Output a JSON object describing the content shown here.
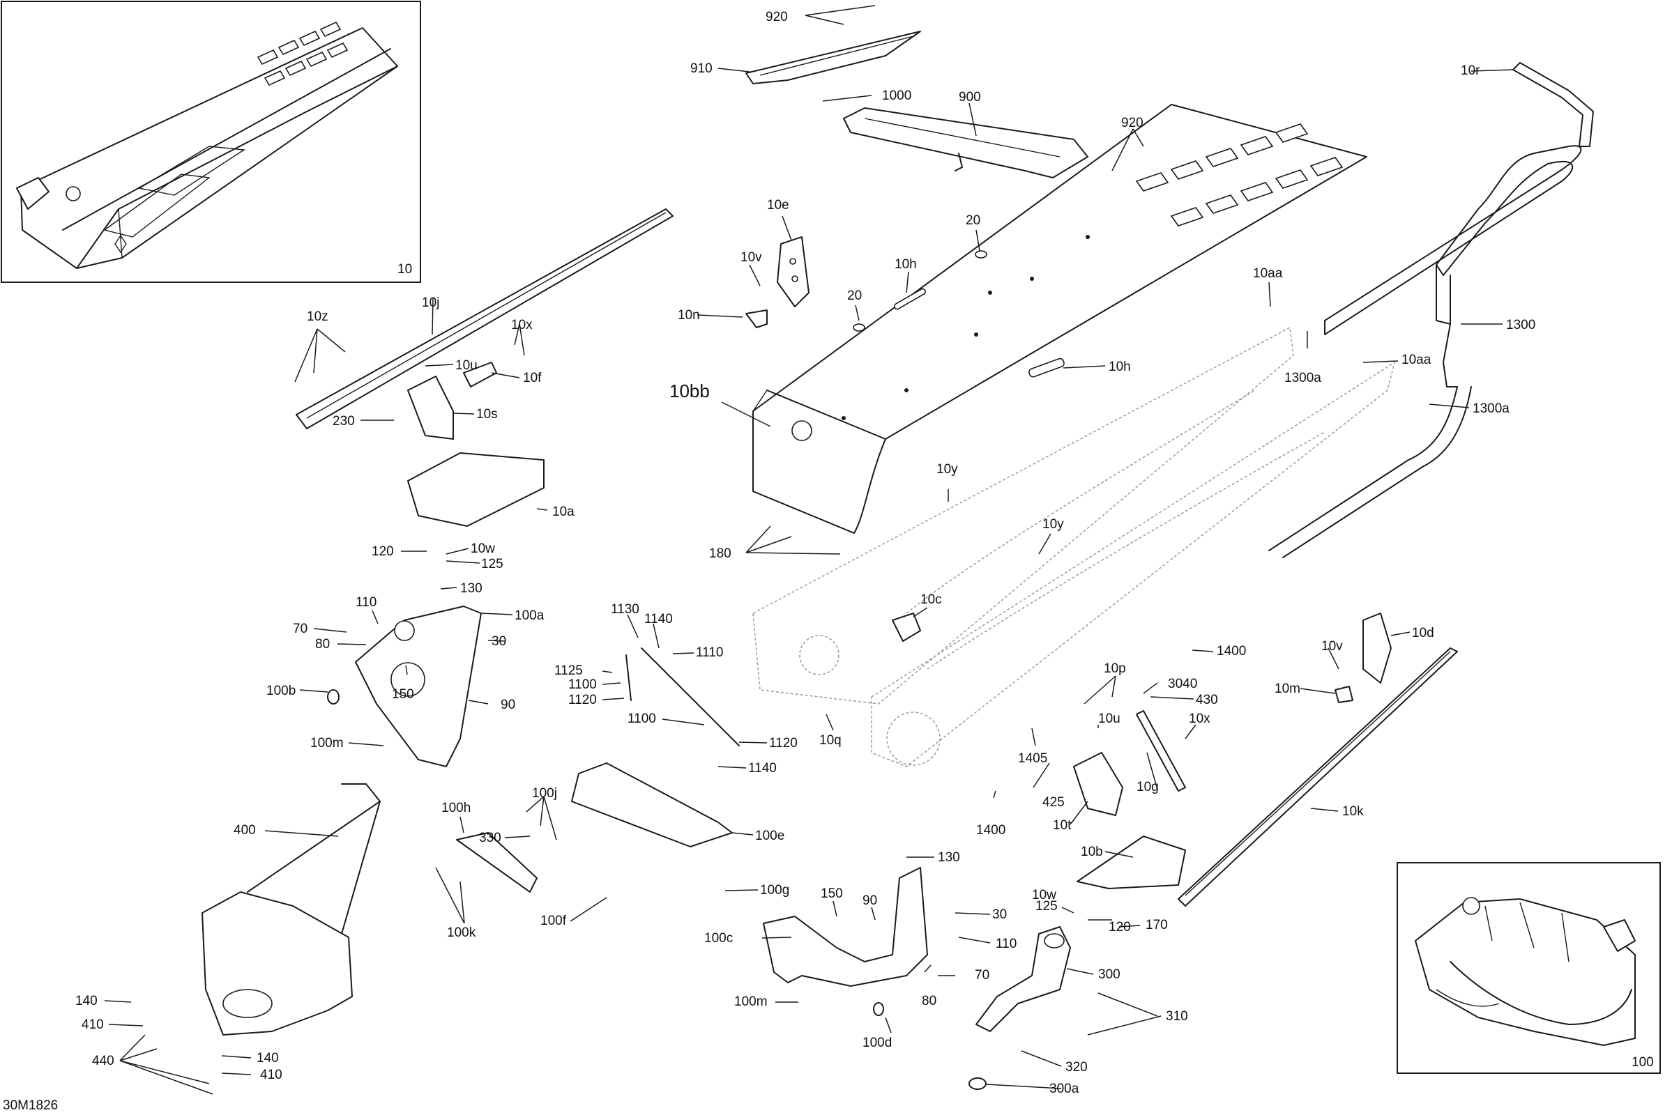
{
  "drawing_id": "30M1826",
  "inset_labels": {
    "tunnel": "10",
    "front_frame": "100"
  },
  "callouts": {
    "c920a": "920",
    "c910": "910",
    "c1000": "1000",
    "c900": "900",
    "c920b": "920",
    "c10r": "10r",
    "c10e": "10e",
    "c10v_a": "10v",
    "c20a": "20",
    "c20b": "20",
    "c10h_a": "10h",
    "c10n": "10n",
    "c10aa_a": "10aa",
    "c1300": "1300",
    "c1300a_a": "1300a",
    "c10aa_b": "10aa",
    "c1300a_b": "1300a",
    "c10h_b": "10h",
    "c10bb": "10bb",
    "c10z": "10z",
    "c10j": "10j",
    "c10x_a": "10x",
    "c10u_a": "10u",
    "c10f": "10f",
    "c230": "230",
    "c10s": "10s",
    "c10a": "10a",
    "c120a": "120",
    "c10w_a": "10w",
    "c125a": "125",
    "c130a": "130",
    "c110a": "110",
    "c100a": "100a",
    "c70a": "70",
    "c80a": "80",
    "c30a": "30",
    "c150a": "150",
    "c100b": "100b",
    "c90a": "90",
    "c100m_a": "100m",
    "c10y_a": "10y",
    "c10y_b": "10y",
    "c180": "180",
    "c1130": "1130",
    "c1140_a": "1140",
    "c1110": "1110",
    "c1125": "1125",
    "c1100_a": "1100",
    "c1120_a": "1120",
    "c1100_b": "1100",
    "c1120_b": "1120",
    "c1140_b": "1140",
    "c10q": "10q",
    "c10c": "10c",
    "c1400_a": "1400",
    "c10v_b": "10v",
    "c10d": "10d",
    "c10m": "10m",
    "c10p": "10p",
    "c3040": "3040",
    "c430": "430",
    "c10u_b": "10u",
    "c10x_b": "10x",
    "c1405": "1405",
    "c425": "425",
    "c10g": "10g",
    "c10t": "10t",
    "c1400_b": "1400",
    "c10k": "10k",
    "c10b": "10b",
    "c400": "400",
    "c100h": "100h",
    "c100j": "100j",
    "c330": "330",
    "c100e": "100e",
    "c100g": "100g",
    "c100f": "100f",
    "c100k": "100k",
    "c130b": "130",
    "c150b": "150",
    "c90b": "90",
    "c30b": "30",
    "c125b": "125",
    "c10w_b": "10w",
    "c120b": "120",
    "c170": "170",
    "c100c": "100c",
    "c110b": "110",
    "c70b": "70",
    "c300": "300",
    "c80b": "80",
    "c100m_b": "100m",
    "c100d": "100d",
    "c310": "310",
    "c320": "320",
    "c300a": "300a",
    "c140a": "140",
    "c410a": "410",
    "c440": "440",
    "c140b": "140",
    "c410b": "410"
  }
}
